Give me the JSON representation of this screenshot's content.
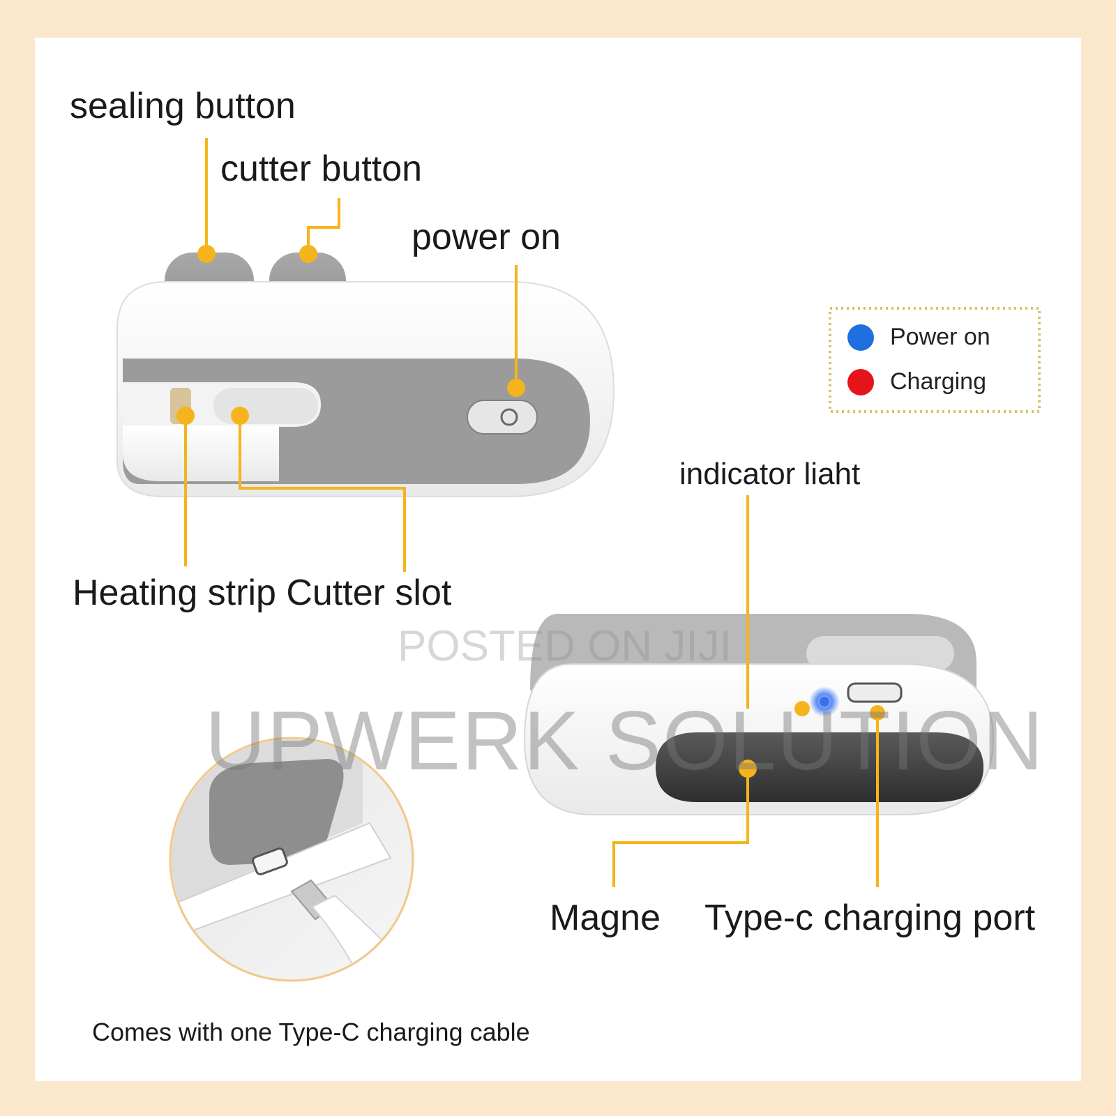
{
  "labels": {
    "sealing_button": "sealing button",
    "cutter_button": "cutter button",
    "power_on": "power on",
    "heating_strip_cutter_slot": "Heating strip Cutter slot",
    "indicator_light": "indicator liaht",
    "magne": "Magne",
    "type_c_port": "Type-c charging port",
    "cable_caption": "Comes with one Type-C charging cable"
  },
  "legend": {
    "items": [
      {
        "label": "Power on",
        "color": "#1E6FE0"
      },
      {
        "label": "Charging",
        "color": "#E5141B"
      }
    ]
  },
  "watermark": {
    "posted": "POSTED ON JIJI",
    "brand": "UPWERK SOLUTION"
  },
  "colors": {
    "background": "#FBE7CB",
    "panel": "#FFFFFF",
    "callout": "#F5B41C",
    "device_body": "#F7F7F7",
    "device_grey": "#9A9A9A",
    "device_dark": "#4A4A4A"
  }
}
